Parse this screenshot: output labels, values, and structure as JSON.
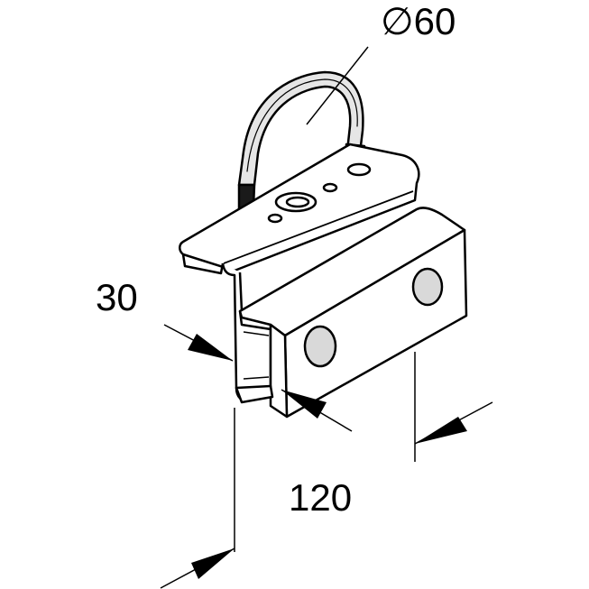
{
  "labels": {
    "diameter_symbol": "∅",
    "diameter_value": "60",
    "height": "30",
    "width": "120"
  },
  "colors": {
    "line": "#000000",
    "fill": "#ffffff",
    "shade": "#d9d9d9",
    "dark": "#1a1a1a"
  }
}
